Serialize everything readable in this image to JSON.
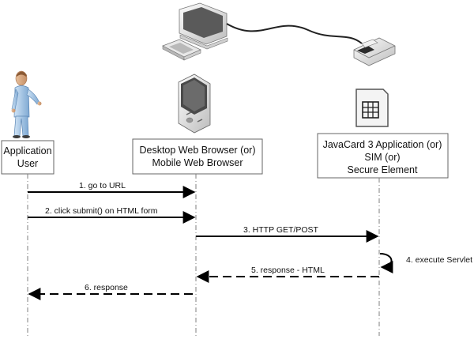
{
  "participants": {
    "user": {
      "line1": "Application",
      "line2": "User",
      "icon": "user-figure-icon"
    },
    "browser": {
      "line1": "Desktop Web Browser (or)",
      "line2": "Mobile Web Browser",
      "icons": [
        "desktop-computer-icon",
        "mobile-phone-icon"
      ]
    },
    "element": {
      "line1": "JavaCard 3 Application (or)",
      "line2": "SIM (or)",
      "line3": "Secure Element",
      "icons": [
        "card-reader-icon",
        "sim-card-icon"
      ]
    }
  },
  "messages": {
    "m1": "1. go to URL",
    "m2": "2. click submit() on HTML form",
    "m3": "3. HTTP GET/POST",
    "m4": "4. execute Servlet",
    "m5": "5. response - HTML",
    "m6": "6. response"
  },
  "colors": {
    "lifeline": "#7f7f7f",
    "arrow": "#000000",
    "user_body": "#9fc4e6",
    "user_outline": "#4f7fae",
    "device_gray": "#d9d9d9",
    "device_dark": "#6d6d6d"
  }
}
